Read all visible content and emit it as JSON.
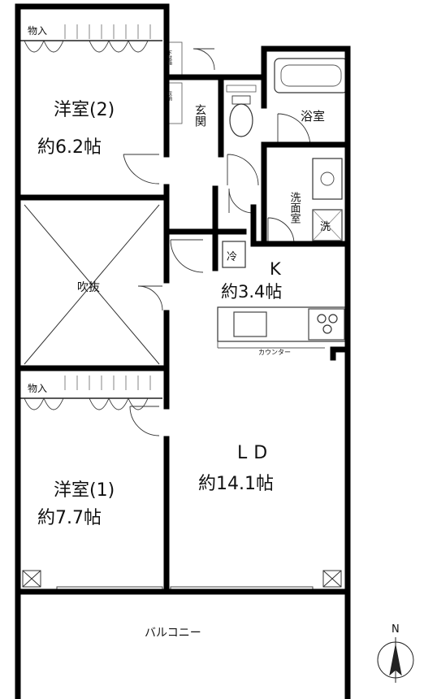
{
  "rooms": {
    "western2": {
      "name": "洋室(2)",
      "size": "約6.2帖"
    },
    "western1": {
      "name": "洋室(1)",
      "size": "約7.7帖"
    },
    "fukinuke": {
      "name": "吹抜"
    },
    "kitchen": {
      "name": "K",
      "size": "約3.4帖"
    },
    "ld": {
      "name": "LD",
      "size": "約14.1帖"
    },
    "bath": {
      "name": "浴室"
    },
    "washroom": {
      "name": "洗面室"
    },
    "entrance": {
      "name": "玄関"
    },
    "closet_top": {
      "name": "物入"
    },
    "closet_bottom": {
      "name": "物入"
    },
    "balcony": {
      "name": "バルコニー"
    }
  },
  "fixtures": {
    "counter": "カウンター",
    "fridge": "冷",
    "washer": "洗",
    "shoe_box": "下駄箱",
    "storage": "収納"
  },
  "compass": {
    "north": "N"
  }
}
